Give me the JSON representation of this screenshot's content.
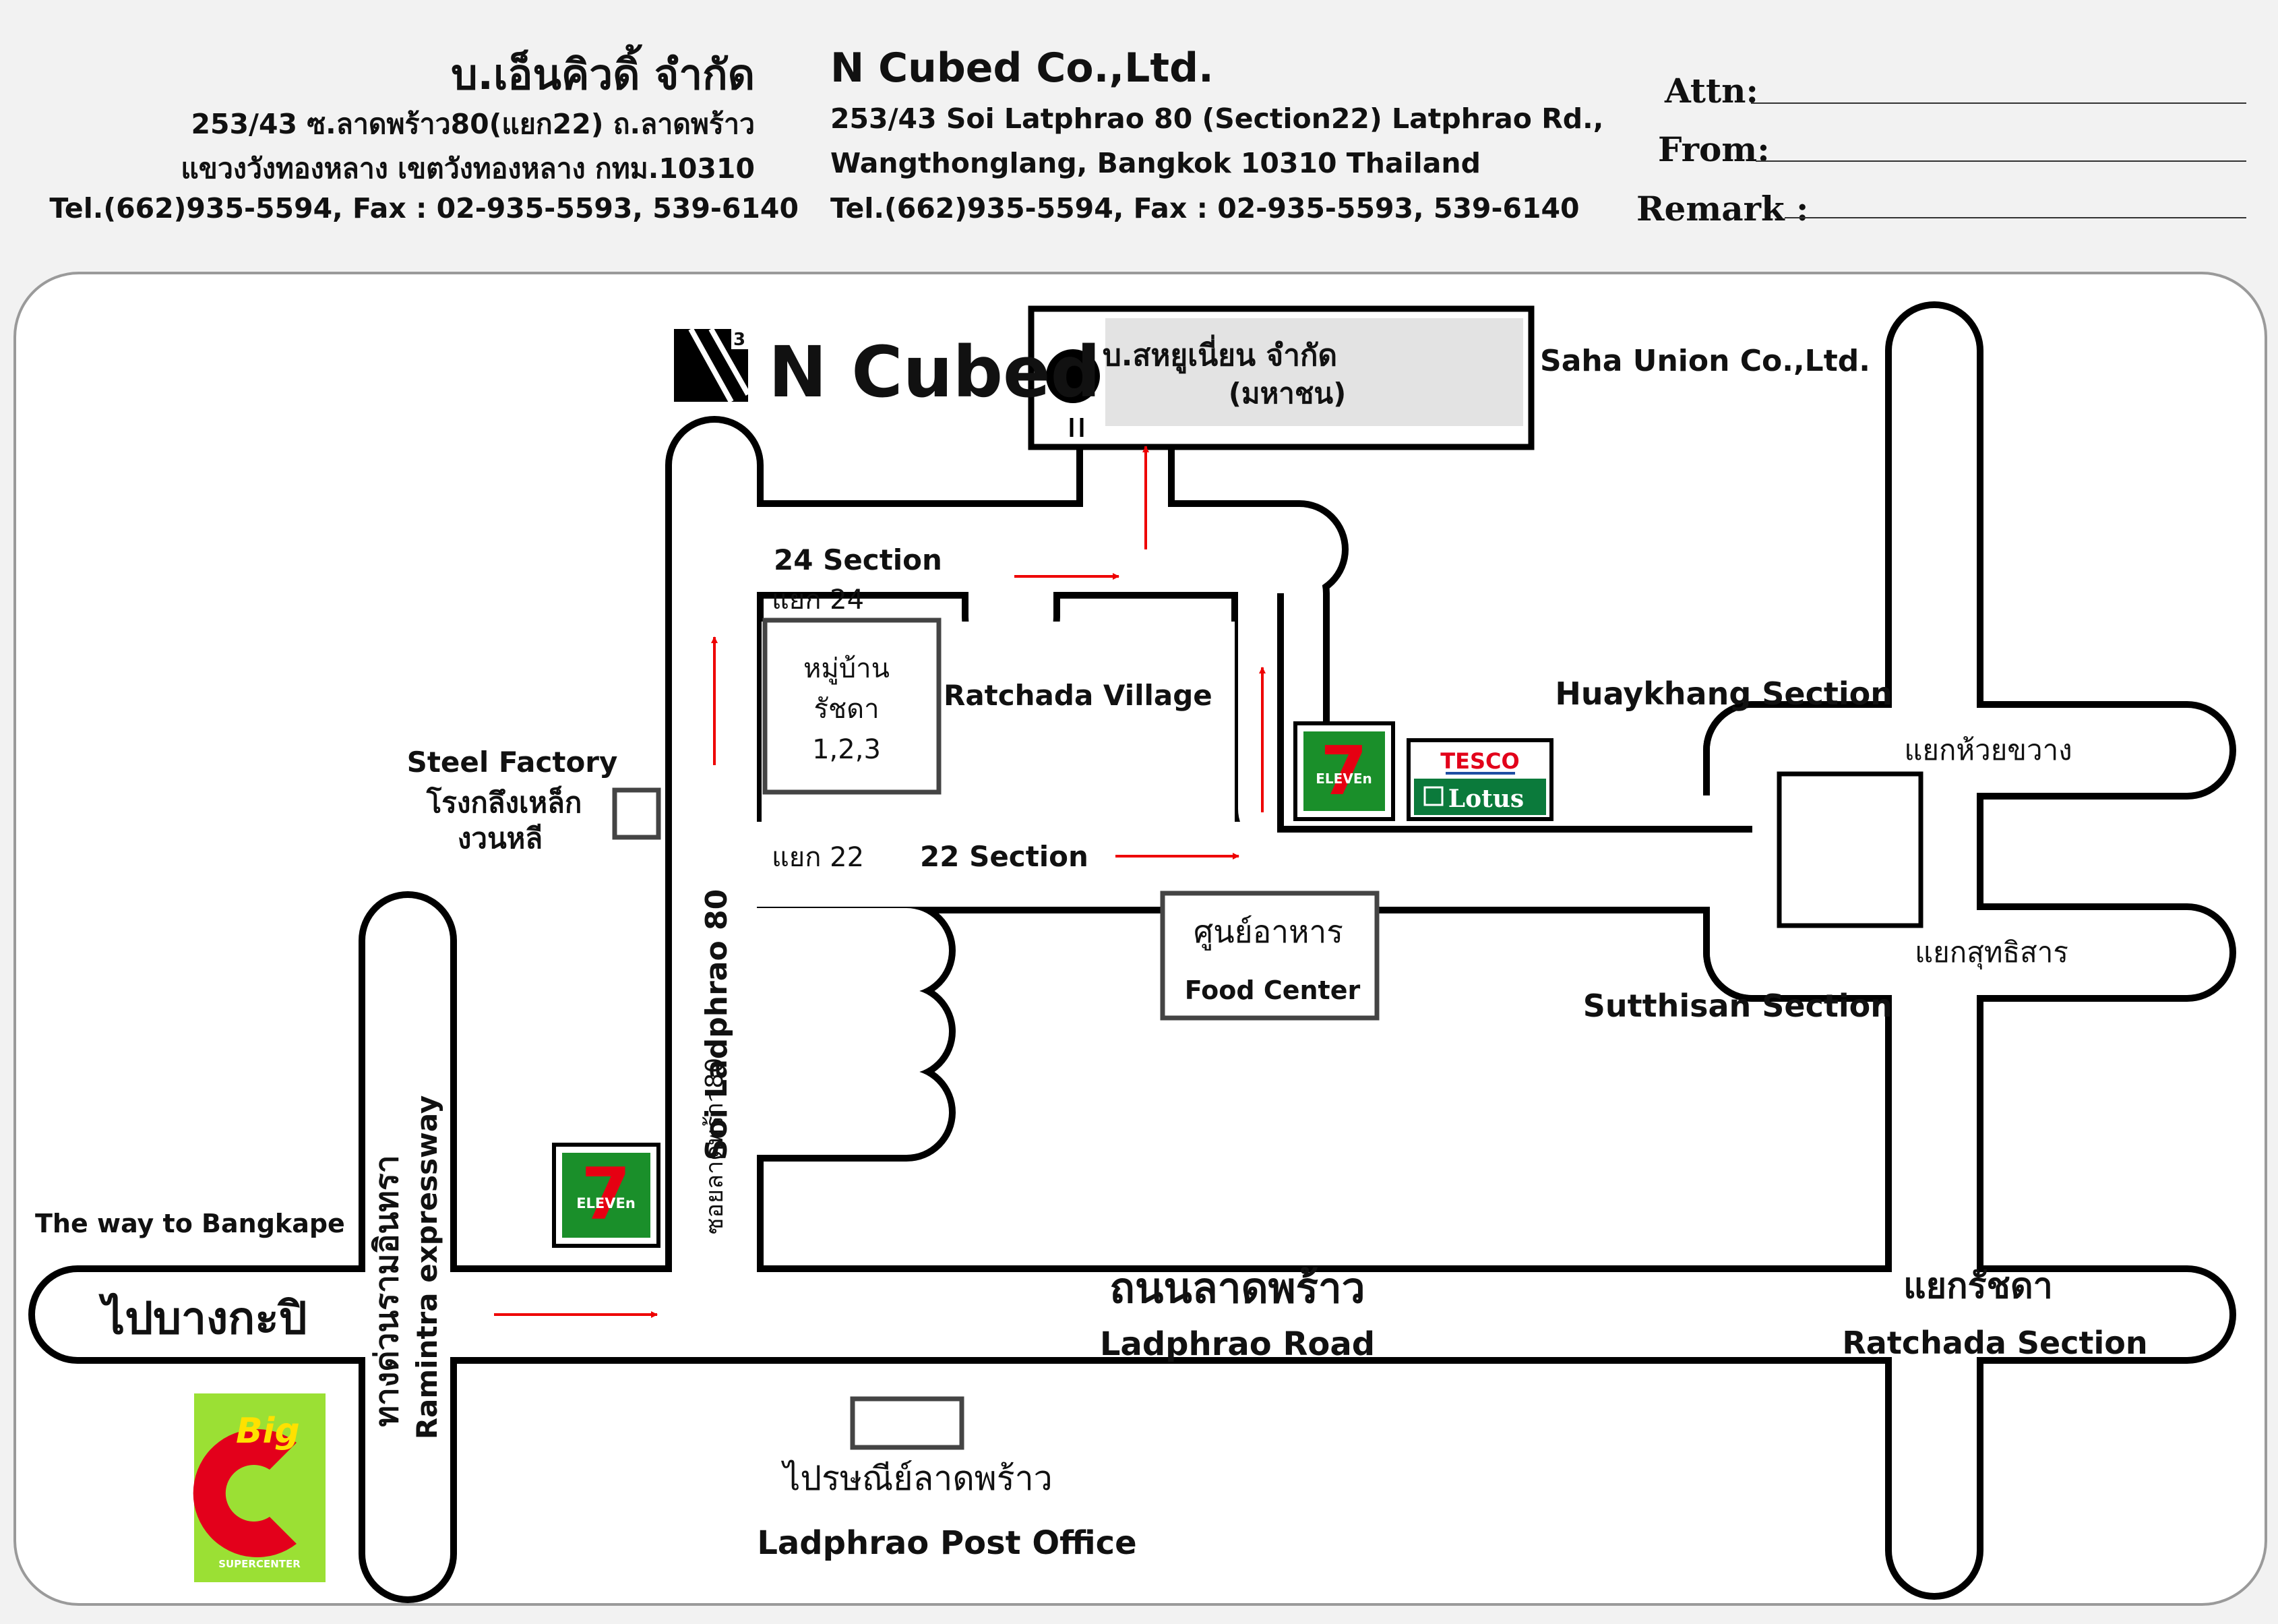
{
  "header": {
    "thai_company": "บ.เอ็นคิวดิ้ จำกัด",
    "thai_address_1": "253/43 ซ.ลาดพร้าว80(แยก22) ถ.ลาดพร้าว",
    "thai_address_2": "แขวงวังทองหลาง เขตวังทองหลาง กทม.10310",
    "thai_phone": "Tel.(662)935-5594, Fax : 02-935-5593, 539-6140",
    "en_company": "N Cubed Co.,Ltd.",
    "en_address_1": "253/43 Soi Latphrao 80 (Section22) Latphrao Rd.,",
    "en_address_2": "Wangthonglang, Bangkok 10310 Thailand",
    "en_phone": "Tel.(662)935-5594, Fax : 02-935-5593, 539-6140"
  },
  "form": {
    "attn_label": "Attn:",
    "from_label": "From:",
    "remark_label": "Remark :"
  },
  "map": {
    "ncubed_logo_text": "N Cubed",
    "ncubed_logo_superscript": "3",
    "saha_union_th_1": "บ.สหยูเนี่ยน จำกัด",
    "saha_union_th_2": "(มหาชน)",
    "saha_union_en": "Saha Union Co.,Ltd.",
    "section24_en": "24 Section",
    "section24_th": "แยก 24",
    "village_th_1": "หมู่บ้าน",
    "village_th_2": "รัชดา",
    "village_th_3": "1,2,3",
    "village_en": "Ratchada Village",
    "huaykhang_en": "Huaykhang Section",
    "huaykhang_th": "แยกห้วยขวาง",
    "sutthisan_th": "แยกสุทธิสาร",
    "sutthisan_en": "Sutthisan Section",
    "section22_th": "แยก 22",
    "section22_en": "22 Section",
    "food_center_th": "ศูนย์อาหาร",
    "food_center_en": "Food Center",
    "steel_factory_en": "Steel Factory",
    "steel_factory_th_1": "โรงกลึงเหล็ก",
    "steel_factory_th_2": "งวนหลี",
    "soi_en": "Soi Ladphrao 80",
    "soi_th": "ซอยลาดพร้าว80",
    "expressway_th": "ทางด่วนรามอินทรา",
    "expressway_en": "Ramintra expressway",
    "bangkape_en": "The way to Bangkape",
    "bangkape_th": "ไปบางกะปิ",
    "ladphrao_road_th": "ถนนลาดพร้าว",
    "ladphrao_road_en": "Ladphrao Road",
    "ratchada_th": "แยกรัชดา",
    "ratchada_en": "Ratchada Section",
    "post_office_th": "ไปรษณีย์ลาดพร้าว",
    "post_office_en": "Ladphrao Post Office",
    "seven_eleven_text": "ELEVEn",
    "tesco_text": "TESCO",
    "lotus_text": "Lotus",
    "bigc_text": "Big",
    "bigc_supercenter": "SUPERCENTER"
  }
}
